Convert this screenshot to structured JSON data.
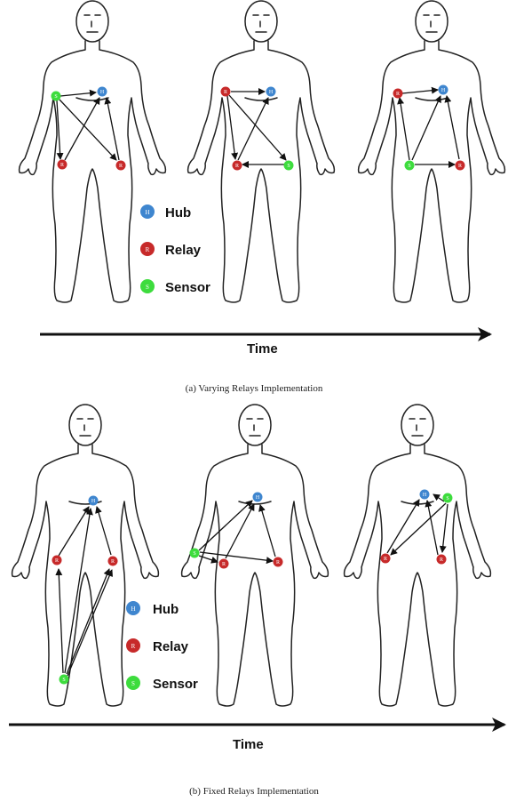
{
  "colors": {
    "hub": "#3f86cf",
    "relay": "#c72a2a",
    "sensor": "#3ddc3d",
    "ink": "#111111"
  },
  "legend": {
    "hub_letter": "H",
    "relay_letter": "R",
    "sensor_letter": "S",
    "hub_label": "Hub",
    "relay_label": "Relay",
    "sensor_label": "Sensor"
  },
  "panel_a": {
    "time_label": "Time",
    "caption": "(a) Varying Relays Implementation"
  },
  "panel_b": {
    "time_label": "Time",
    "caption": "(b) Fixed Relays Implementation"
  }
}
